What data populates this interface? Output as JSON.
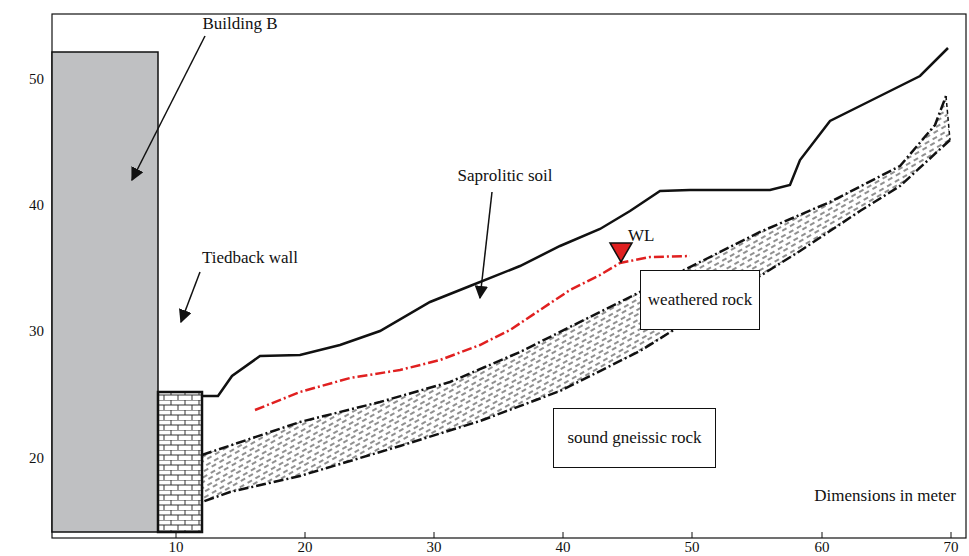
{
  "diagram": {
    "nodes": [
      {
        "text": [
          "weathered rock"
        ]
      },
      {
        "text": [
          "sound gneissic rock"
        ]
      }
    ],
    "labels": [
      "Building B",
      "Tiedback wall",
      "Saprolitic soil",
      "WL",
      "Dimensions in meter",
      "50",
      "40",
      "30",
      "20",
      "10",
      "20",
      "30",
      "40",
      "50",
      "60",
      "70"
    ]
  }
}
